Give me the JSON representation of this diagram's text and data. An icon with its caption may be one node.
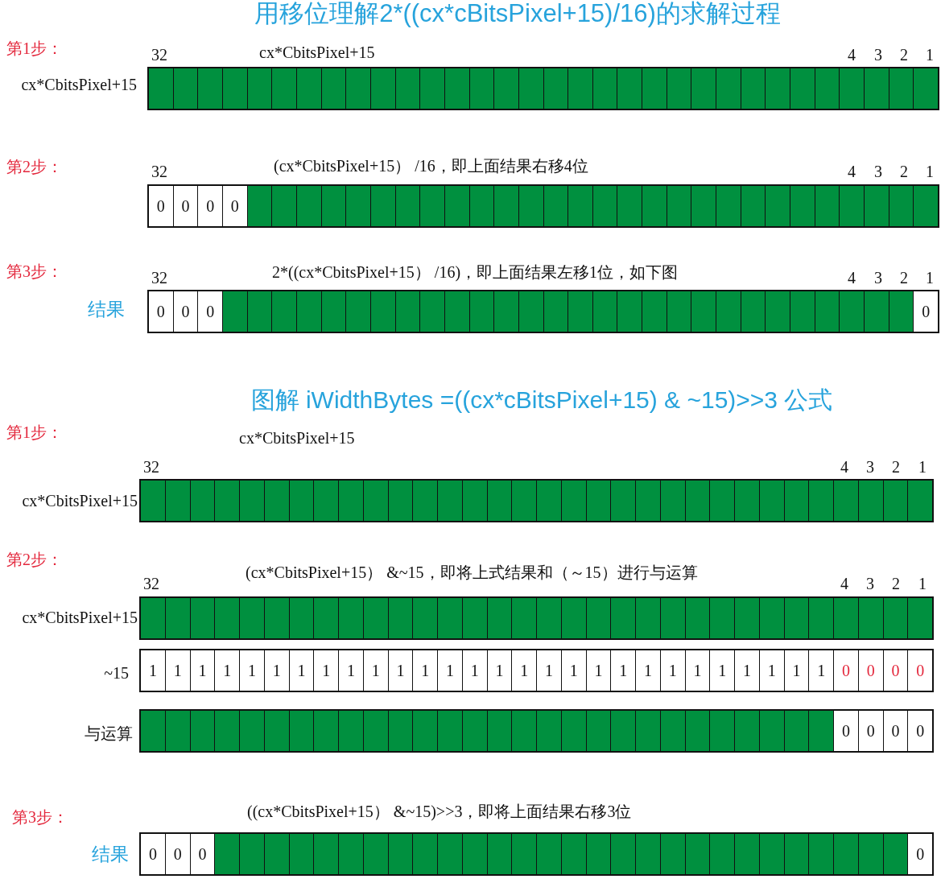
{
  "diagram": {
    "title": "用移位理解2*((cx*cBitsPixel+15)/16)的求解过程",
    "nodes": [
      {
        "text": [],
        "shape": "bar"
      },
      {
        "text": [],
        "shape": "box",
        "in": 0
      },
      {
        "text": [],
        "shape": "box",
        "in": 0
      },
      {
        "text": [],
        "shape": "box",
        "in": 0
      },
      {
        "text": [],
        "shape": "box",
        "in": 0
      },
      {
        "text": [],
        "shape": "box",
        "in": 0
      },
      {
        "text": [],
        "shape": "box",
        "in": 0
      },
      {
        "text": [],
        "shape": "box",
        "in": 0
      },
      {
        "text": [],
        "shape": "box",
        "in": 0
      },
      {
        "text": [],
        "shape": "box",
        "in": 0
      },
      {
        "text": [],
        "shape": "box",
        "in": 0
      },
      {
        "text": [],
        "shape": "box",
        "in": 0
      },
      {
        "text": [],
        "shape": "box",
        "in": 0
      },
      {
        "text": [],
        "shape": "box",
        "in": 0
      },
      {
        "text": [],
        "shape": "box",
        "in": 0
      },
      {
        "text": [],
        "shape": "box",
        "in": 0
      },
      {
        "text": [],
        "shape": "box",
        "in": 0
      },
      {
        "text": [],
        "shape": "box",
        "in": 0
      },
      {
        "text": [],
        "shape": "box",
        "in": 0
      },
      {
        "text": [],
        "shape": "box",
        "in": 0
      },
      {
        "text": [],
        "shape": "box",
        "in": 0
      },
      {
        "text": [],
        "shape": "box",
        "in": 0
      },
      {
        "text": [],
        "shape": "box",
        "in": 0
      },
      {
        "text": [],
        "shape": "box",
        "in": 0
      },
      {
        "text": [],
        "shape": "box",
        "in": 0
      },
      {
        "text": [],
        "shape": "box",
        "in": 0
      },
      {
        "text": [],
        "shape": "box",
        "in": 0
      },
      {
        "text": [],
        "shape": "box",
        "in": 0
      },
      {
        "text": [],
        "shape": "box",
        "in": 0
      },
      {
        "text": [],
        "shape": "box",
        "in": 0
      },
      {
        "text": [],
        "shape": "box",
        "in": 0
      },
      {
        "text": [],
        "shape": "box",
        "in": 0
      },
      {
        "text": [],
        "shape": "box",
        "in": 0
      },
      {
        "text": [],
        "shape": "bar"
      },
      {
        "text": [
          "0"
        ],
        "in": 33
      },
      {
        "text": [
          "0"
        ],
        "in": 33
      },
      {
        "text": [
          "0"
        ],
        "in": 33
      },
      {
        "text": [
          "0"
        ],
        "in": 33
      },
      {
        "text": [],
        "shape": "box",
        "in": 33
      },
      {
        "text": [],
        "shape": "box",
        "in": 33
      },
      {
        "text": [],
        "shape": "box",
        "in": 33
      },
      {
        "text": [],
        "shape": "box",
        "in": 33
      },
      {
        "text": [],
        "shape": "box",
        "in": 33
      },
      {
        "text": [],
        "shape": "box",
        "in": 33
      },
      {
        "text": [],
        "shape": "box",
        "in": 33
      },
      {
        "text": [],
        "shape": "box",
        "in": 33
      },
      {
        "text": [],
        "shape": "box",
        "in": 33
      },
      {
        "text": [],
        "shape": "box",
        "in": 33
      },
      {
        "text": [],
        "shape": "box",
        "in": 33
      },
      {
        "text": [],
        "shape": "box",
        "in": 33
      },
      {
        "text": [],
        "shape": "box",
        "in": 33
      },
      {
        "text": [],
        "shape": "box",
        "in": 33
      },
      {
        "text": [],
        "shape": "box",
        "in": 33
      },
      {
        "text": [],
        "shape": "box",
        "in": 33
      },
      {
        "text": [],
        "shape": "box",
        "in": 33
      },
      {
        "text": [],
        "shape": "box",
        "in": 33
      },
      {
        "text": [],
        "shape": "box",
        "in": 33
      },
      {
        "text": [],
        "shape": "box",
        "in": 33
      },
      {
        "text": [],
        "shape": "box",
        "in": 33
      },
      {
        "text": [],
        "shape": "box",
        "in": 33
      },
      {
        "text": [],
        "shape": "box",
        "in": 33
      },
      {
        "text": [],
        "shape": "box",
        "in": 33
      },
      {
        "text": [],
        "shape": "box",
        "in": 33
      },
      {
        "text": [],
        "shape": "box",
        "in": 33
      },
      {
        "text": [],
        "shape": "box",
        "in": 33
      },
      {
        "text": [],
        "shape": "box",
        "in": 33
      },
      {
        "text": [],
        "shape": "bar"
      },
      {
        "text": [
          "0"
        ],
        "in": 66
      },
      {
        "text": [
          "0"
        ],
        "in": 66
      },
      {
        "text": [
          "0"
        ],
        "in": 66
      },
      {
        "text": [],
        "shape": "box",
        "in": 66
      },
      {
        "text": [],
        "shape": "box",
        "in": 66
      },
      {
        "text": [],
        "shape": "box",
        "in": 66
      },
      {
        "text": [],
        "shape": "box",
        "in": 66
      },
      {
        "text": [],
        "shape": "box",
        "in": 66
      },
      {
        "text": [],
        "shape": "box",
        "in": 66
      },
      {
        "text": [],
        "shape": "box",
        "in": 66
      },
      {
        "text": [],
        "shape": "box",
        "in": 66
      },
      {
        "text": [],
        "shape": "box",
        "in": 66
      },
      {
        "text": [],
        "shape": "box",
        "in": 66
      },
      {
        "text": [],
        "shape": "box",
        "in": 66
      },
      {
        "text": [],
        "shape": "box",
        "in": 66
      },
      {
        "text": [],
        "shape": "box",
        "in": 66
      },
      {
        "text": [],
        "shape": "box",
        "in": 66
      },
      {
        "text": [],
        "shape": "box",
        "in": 66
      },
      {
        "text": [],
        "shape": "box",
        "in": 66
      },
      {
        "text": [],
        "shape": "box",
        "in": 66
      },
      {
        "text": [],
        "shape": "box",
        "in": 66
      },
      {
        "text": [],
        "shape": "box",
        "in": 66
      },
      {
        "text": [],
        "shape": "box",
        "in": 66
      },
      {
        "text": [],
        "shape": "box",
        "in": 66
      },
      {
        "text": [],
        "shape": "box",
        "in": 66
      },
      {
        "text": [],
        "shape": "box",
        "in": 66
      },
      {
        "text": [],
        "shape": "box",
        "in": 66
      },
      {
        "text": [],
        "shape": "box",
        "in": 66
      },
      {
        "text": [],
        "shape": "box",
        "in": 66
      },
      {
        "text": [],
        "shape": "box",
        "in": 66
      },
      {
        "text": [],
        "shape": "box",
        "in": 66
      },
      {
        "text": [
          "0"
        ],
        "in": 66
      },
      {
        "text": [],
        "shape": "bar"
      },
      {
        "text": [],
        "shape": "box",
        "in": 99
      },
      {
        "text": [],
        "shape": "box",
        "in": 99
      },
      {
        "text": [],
        "shape": "box",
        "in": 99
      },
      {
        "text": [],
        "shape": "box",
        "in": 99
      },
      {
        "text": [],
        "shape": "box",
        "in": 99
      },
      {
        "text": [],
        "shape": "box",
        "in": 99
      },
      {
        "text": [],
        "shape": "box",
        "in": 99
      },
      {
        "text": [],
        "shape": "box",
        "in": 99
      },
      {
        "text": [],
        "shape": "box",
        "in": 99
      },
      {
        "text": [],
        "shape": "box",
        "in": 99
      },
      {
        "text": [],
        "shape": "box",
        "in": 99
      },
      {
        "text": [],
        "shape": "box",
        "in": 99
      },
      {
        "text": [],
        "shape": "box",
        "in": 99
      },
      {
        "text": [],
        "shape": "box",
        "in": 99
      },
      {
        "text": [],
        "shape": "box",
        "in": 99
      },
      {
        "text": [],
        "shape": "box",
        "in": 99
      },
      {
        "text": [],
        "shape": "box",
        "in": 99
      },
      {
        "text": [],
        "shape": "box",
        "in": 99
      },
      {
        "text": [],
        "shape": "box",
        "in": 99
      },
      {
        "text": [],
        "shape": "box",
        "in": 99
      },
      {
        "text": [],
        "shape": "box",
        "in": 99
      },
      {
        "text": [],
        "shape": "box",
        "in": 99
      },
      {
        "text": [],
        "shape": "box",
        "in": 99
      },
      {
        "text": [],
        "shape": "box",
        "in": 99
      },
      {
        "text": [],
        "shape": "box",
        "in": 99
      },
      {
        "text": [],
        "shape": "box",
        "in": 99
      },
      {
        "text": [],
        "shape": "box",
        "in": 99
      },
      {
        "text": [],
        "shape": "box",
        "in": 99
      },
      {
        "text": [],
        "shape": "box",
        "in": 99
      },
      {
        "text": [],
        "shape": "box",
        "in": 99
      },
      {
        "text": [],
        "shape": "box",
        "in": 99
      },
      {
        "text": [],
        "shape": "box",
        "in": 99
      },
      {
        "text": [],
        "shape": "bar"
      },
      {
        "text": [],
        "shape": "box",
        "in": 132
      },
      {
        "text": [],
        "shape": "box",
        "in": 132
      },
      {
        "text": [],
        "shape": "box",
        "in": 132
      },
      {
        "text": [],
        "shape": "box",
        "in": 132
      },
      {
        "text": [],
        "shape": "box",
        "in": 132
      },
      {
        "text": [],
        "shape": "box",
        "in": 132
      },
      {
        "text": [],
        "shape": "box",
        "in": 132
      },
      {
        "text": [],
        "shape": "box",
        "in": 132
      },
      {
        "text": [],
        "shape": "box",
        "in": 132
      },
      {
        "text": [],
        "shape": "box",
        "in": 132
      },
      {
        "text": [],
        "shape": "box",
        "in": 132
      },
      {
        "text": [],
        "shape": "box",
        "in": 132
      },
      {
        "text": [],
        "shape": "box",
        "in": 132
      },
      {
        "text": [],
        "shape": "box",
        "in": 132
      },
      {
        "text": [],
        "shape": "box",
        "in": 132
      },
      {
        "text": [],
        "shape": "box",
        "in": 132
      },
      {
        "text": [],
        "shape": "box",
        "in": 132
      },
      {
        "text": [],
        "shape": "box",
        "in": 132
      },
      {
        "text": [],
        "shape": "box",
        "in": 132
      },
      {
        "text": [],
        "shape": "box",
        "in": 132
      },
      {
        "text": [],
        "shape": "box",
        "in": 132
      },
      {
        "text": [],
        "shape": "box",
        "in": 132
      },
      {
        "text": [],
        "shape": "box",
        "in": 132
      },
      {
        "text": [],
        "shape": "box",
        "in": 132
      },
      {
        "text": [],
        "shape": "box",
        "in": 132
      },
      {
        "text": [],
        "shape": "box",
        "in": 132
      },
      {
        "text": [],
        "shape": "box",
        "in": 132
      },
      {
        "text": [],
        "shape": "box",
        "in": 132
      },
      {
        "text": [],
        "shape": "box",
        "in": 132
      },
      {
        "text": [],
        "shape": "box",
        "in": 132
      },
      {
        "text": [],
        "shape": "box",
        "in": 132
      },
      {
        "text": [],
        "shape": "box",
        "in": 132
      },
      {
        "text": [],
        "shape": "bar"
      },
      {
        "text": [
          "1"
        ],
        "in": 165
      },
      {
        "text": [
          "1"
        ],
        "in": 165
      },
      {
        "text": [
          "1"
        ],
        "in": 165
      },
      {
        "text": [
          "1"
        ],
        "in": 165
      },
      {
        "text": [
          "1"
        ],
        "in": 165
      },
      {
        "text": [
          "1"
        ],
        "in": 165
      },
      {
        "text": [
          "1"
        ],
        "in": 165
      },
      {
        "text": [
          "1"
        ],
        "in": 165
      },
      {
        "text": [
          "1"
        ],
        "in": 165
      },
      {
        "text": [
          "1"
        ],
        "in": 165
      },
      {
        "text": [
          "1"
        ],
        "in": 165
      },
      {
        "text": [
          "1"
        ],
        "in": 165
      },
      {
        "text": [
          "1"
        ],
        "in": 165
      },
      {
        "text": [
          "1"
        ],
        "in": 165
      },
      {
        "text": [
          "1"
        ],
        "in": 165
      },
      {
        "text": [
          "1"
        ],
        "in": 165
      },
      {
        "text": [
          "1"
        ],
        "in": 165
      },
      {
        "text": [
          "1"
        ],
        "in": 165
      },
      {
        "text": [
          "1"
        ],
        "in": 165
      },
      {
        "text": [
          "1"
        ],
        "in": 165
      },
      {
        "text": [
          "1"
        ],
        "in": 165
      },
      {
        "text": [
          "1"
        ],
        "in": 165
      },
      {
        "text": [
          "1"
        ],
        "in": 165
      },
      {
        "text": [
          "1"
        ],
        "in": 165
      },
      {
        "text": [
          "1"
        ],
        "in": 165
      },
      {
        "text": [
          "1"
        ],
        "in": 165
      },
      {
        "text": [
          "1"
        ],
        "in": 165
      },
      {
        "text": [
          "1"
        ],
        "in": 165
      },
      {
        "text": [
          "0"
        ],
        "in": 165
      },
      {
        "text": [
          "0"
        ],
        "in": 165
      },
      {
        "text": [
          "0"
        ],
        "in": 165
      },
      {
        "text": [
          "0"
        ],
        "in": 165
      },
      {
        "text": [],
        "shape": "bar"
      },
      {
        "text": [],
        "shape": "box",
        "in": 198
      },
      {
        "text": [],
        "shape": "box",
        "in": 198
      },
      {
        "text": [],
        "shape": "box",
        "in": 198
      },
      {
        "text": [],
        "shape": "box",
        "in": 198
      },
      {
        "text": [],
        "shape": "box",
        "in": 198
      },
      {
        "text": [],
        "shape": "box",
        "in": 198
      },
      {
        "text": [],
        "shape": "box",
        "in": 198
      },
      {
        "text": [],
        "shape": "box",
        "in": 198
      },
      {
        "text": [],
        "shape": "box",
        "in": 198
      },
      {
        "text": [],
        "shape": "box",
        "in": 198
      },
      {
        "text": [],
        "shape": "box",
        "in": 198
      },
      {
        "text": [],
        "shape": "box",
        "in": 198
      },
      {
        "text": [],
        "shape": "box",
        "in": 198
      },
      {
        "text": [],
        "shape": "box",
        "in": 198
      },
      {
        "text": [],
        "shape": "box",
        "in": 198
      },
      {
        "text": [],
        "shape": "box",
        "in": 198
      },
      {
        "text": [],
        "shape": "box",
        "in": 198
      },
      {
        "text": [],
        "shape": "box",
        "in": 198
      },
      {
        "text": [],
        "shape": "box",
        "in": 198
      },
      {
        "text": [],
        "shape": "box",
        "in": 198
      },
      {
        "text": [],
        "shape": "box",
        "in": 198
      },
      {
        "text": [],
        "shape": "box",
        "in": 198
      },
      {
        "text": [],
        "shape": "box",
        "in": 198
      },
      {
        "text": [],
        "shape": "box",
        "in": 198
      },
      {
        "text": [],
        "shape": "box",
        "in": 198
      },
      {
        "text": [],
        "shape": "box",
        "in": 198
      },
      {
        "text": [],
        "shape": "box",
        "in": 198
      },
      {
        "text": [],
        "shape": "box",
        "in": 198
      },
      {
        "text": [
          "0"
        ],
        "in": 198
      },
      {
        "text": [
          "0"
        ],
        "in": 198
      },
      {
        "text": [
          "0"
        ],
        "in": 198
      },
      {
        "text": [
          "0"
        ],
        "in": 198
      },
      {
        "text": [],
        "shape": "bar"
      },
      {
        "text": [
          "0"
        ],
        "in": 231
      },
      {
        "text": [
          "0"
        ],
        "in": 231
      },
      {
        "text": [
          "0"
        ],
        "in": 231
      },
      {
        "text": [],
        "shape": "box",
        "in": 231
      },
      {
        "text": [],
        "shape": "box",
        "in": 231
      },
      {
        "text": [],
        "shape": "box",
        "in": 231
      },
      {
        "text": [],
        "shape": "box",
        "in": 231
      },
      {
        "text": [],
        "shape": "box",
        "in": 231
      },
      {
        "text": [],
        "shape": "box",
        "in": 231
      },
      {
        "text": [],
        "shape": "box",
        "in": 231
      },
      {
        "text": [],
        "shape": "box",
        "in": 231
      },
      {
        "text": [],
        "shape": "box",
        "in": 231
      },
      {
        "text": [],
        "shape": "box",
        "in": 231
      },
      {
        "text": [],
        "shape": "box",
        "in": 231
      },
      {
        "text": [],
        "shape": "box",
        "in": 231
      },
      {
        "text": [],
        "shape": "box",
        "in": 231
      },
      {
        "text": [],
        "shape": "box",
        "in": 231
      },
      {
        "text": [],
        "shape": "box",
        "in": 231
      },
      {
        "text": [],
        "shape": "box",
        "in": 231
      },
      {
        "text": [],
        "shape": "box",
        "in": 231
      },
      {
        "text": [],
        "shape": "box",
        "in": 231
      },
      {
        "text": [],
        "shape": "box",
        "in": 231
      },
      {
        "text": [],
        "shape": "box",
        "in": 231
      },
      {
        "text": [],
        "shape": "box",
        "in": 231
      },
      {
        "text": [],
        "shape": "box",
        "in": 231
      },
      {
        "text": [],
        "shape": "box",
        "in": 231
      },
      {
        "text": [],
        "shape": "box",
        "in": 231
      },
      {
        "text": [],
        "shape": "box",
        "in": 231
      },
      {
        "text": [],
        "shape": "box",
        "in": 231
      },
      {
        "text": [],
        "shape": "box",
        "in": 231
      },
      {
        "text": [],
        "shape": "box",
        "in": 231
      },
      {
        "text": [
          "0"
        ],
        "in": 231
      }
    ],
    "labels": [
      "第1步：",
      "32",
      "cx*CbitsPixel+15",
      "4",
      "3",
      "2",
      "1",
      "cx*CbitsPixel+15",
      "第2步：",
      "32",
      "(cx*CbitsPixel+15） /16，即上面结果右移4位",
      "4",
      "3",
      "2",
      "1",
      "第3步：",
      "32",
      "2*((cx*CbitsPixel+15） /16)，即上面结果左移1位，如下图",
      "4",
      "3",
      "2",
      "1",
      "结果",
      "图解 iWidthBytes =((cx*cBitsPixel+15) & ~15)>>3 公式",
      "第1步：",
      "cx*CbitsPixel+15",
      "32",
      "4",
      "3",
      "2",
      "1",
      "cx*CbitsPixel+15",
      "第2步：",
      "(cx*CbitsPixel+15） &~15，即将上式结果和（～15）进行与运算",
      "32",
      "4",
      "3",
      "2",
      "1",
      "cx*CbitsPixel+15",
      "~15",
      "与运算",
      "第3步：",
      "((cx*CbitsPixel+15） &~15)>>3，即将上面结果右移3位",
      "结果"
    ]
  }
}
